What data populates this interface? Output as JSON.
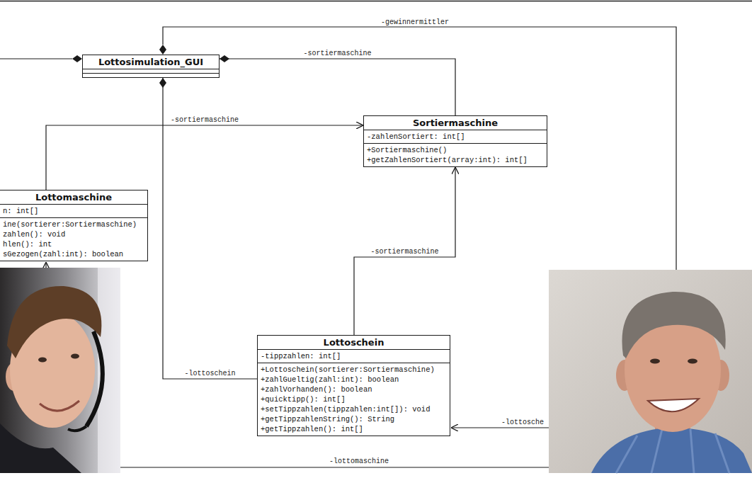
{
  "diagram": {
    "nodes": [
      {
        "text": [
          "Lottosimulation_GUI"
        ]
      },
      {
        "text": [
          "Sortiermaschine",
          "-zahlenSortiert: int[]",
          "+Sortiermaschine()",
          "+getZahlenSortiert(array:int): int[]"
        ]
      },
      {
        "text": [
          "Lottomaschine",
          "n: int[]",
          "ine(sortierer:Sortiermaschine)",
          "zahlen(): void",
          "hlen(): int",
          "sGezogen(zahl:int): boolean"
        ]
      },
      {
        "text": [
          "Lottoschein",
          "-tippzahlen: int[]",
          "+Lottoschein(sortierer:Sortiermaschine)",
          "+zahlGueltig(zahl:int): boolean",
          "+zahlVorhanden(): boolean",
          "+quicktipp(): int[]",
          "+setTippzahlen(tippzahlen:int[]): void",
          "+getTippzahlenString(): String",
          "+getTippzahlen(): int[]"
        ]
      }
    ],
    "edges": [
      {
        "from": 0,
        "to": 1,
        "label": "-sortiermaschine",
        "arrow": "none"
      },
      {
        "from": 2,
        "to": 1,
        "label": "-sortiermaschine",
        "arrow": "to"
      },
      {
        "from": 3,
        "to": 1,
        "label": "-sortiermaschine",
        "arrow": "to"
      },
      {
        "from": 0,
        "to": 3,
        "label": "-lottoschein",
        "arrow": "none"
      }
    ],
    "labels": [
      "-gewinnermittler",
      "-lottosche",
      "-lottomaschine"
    ]
  }
}
